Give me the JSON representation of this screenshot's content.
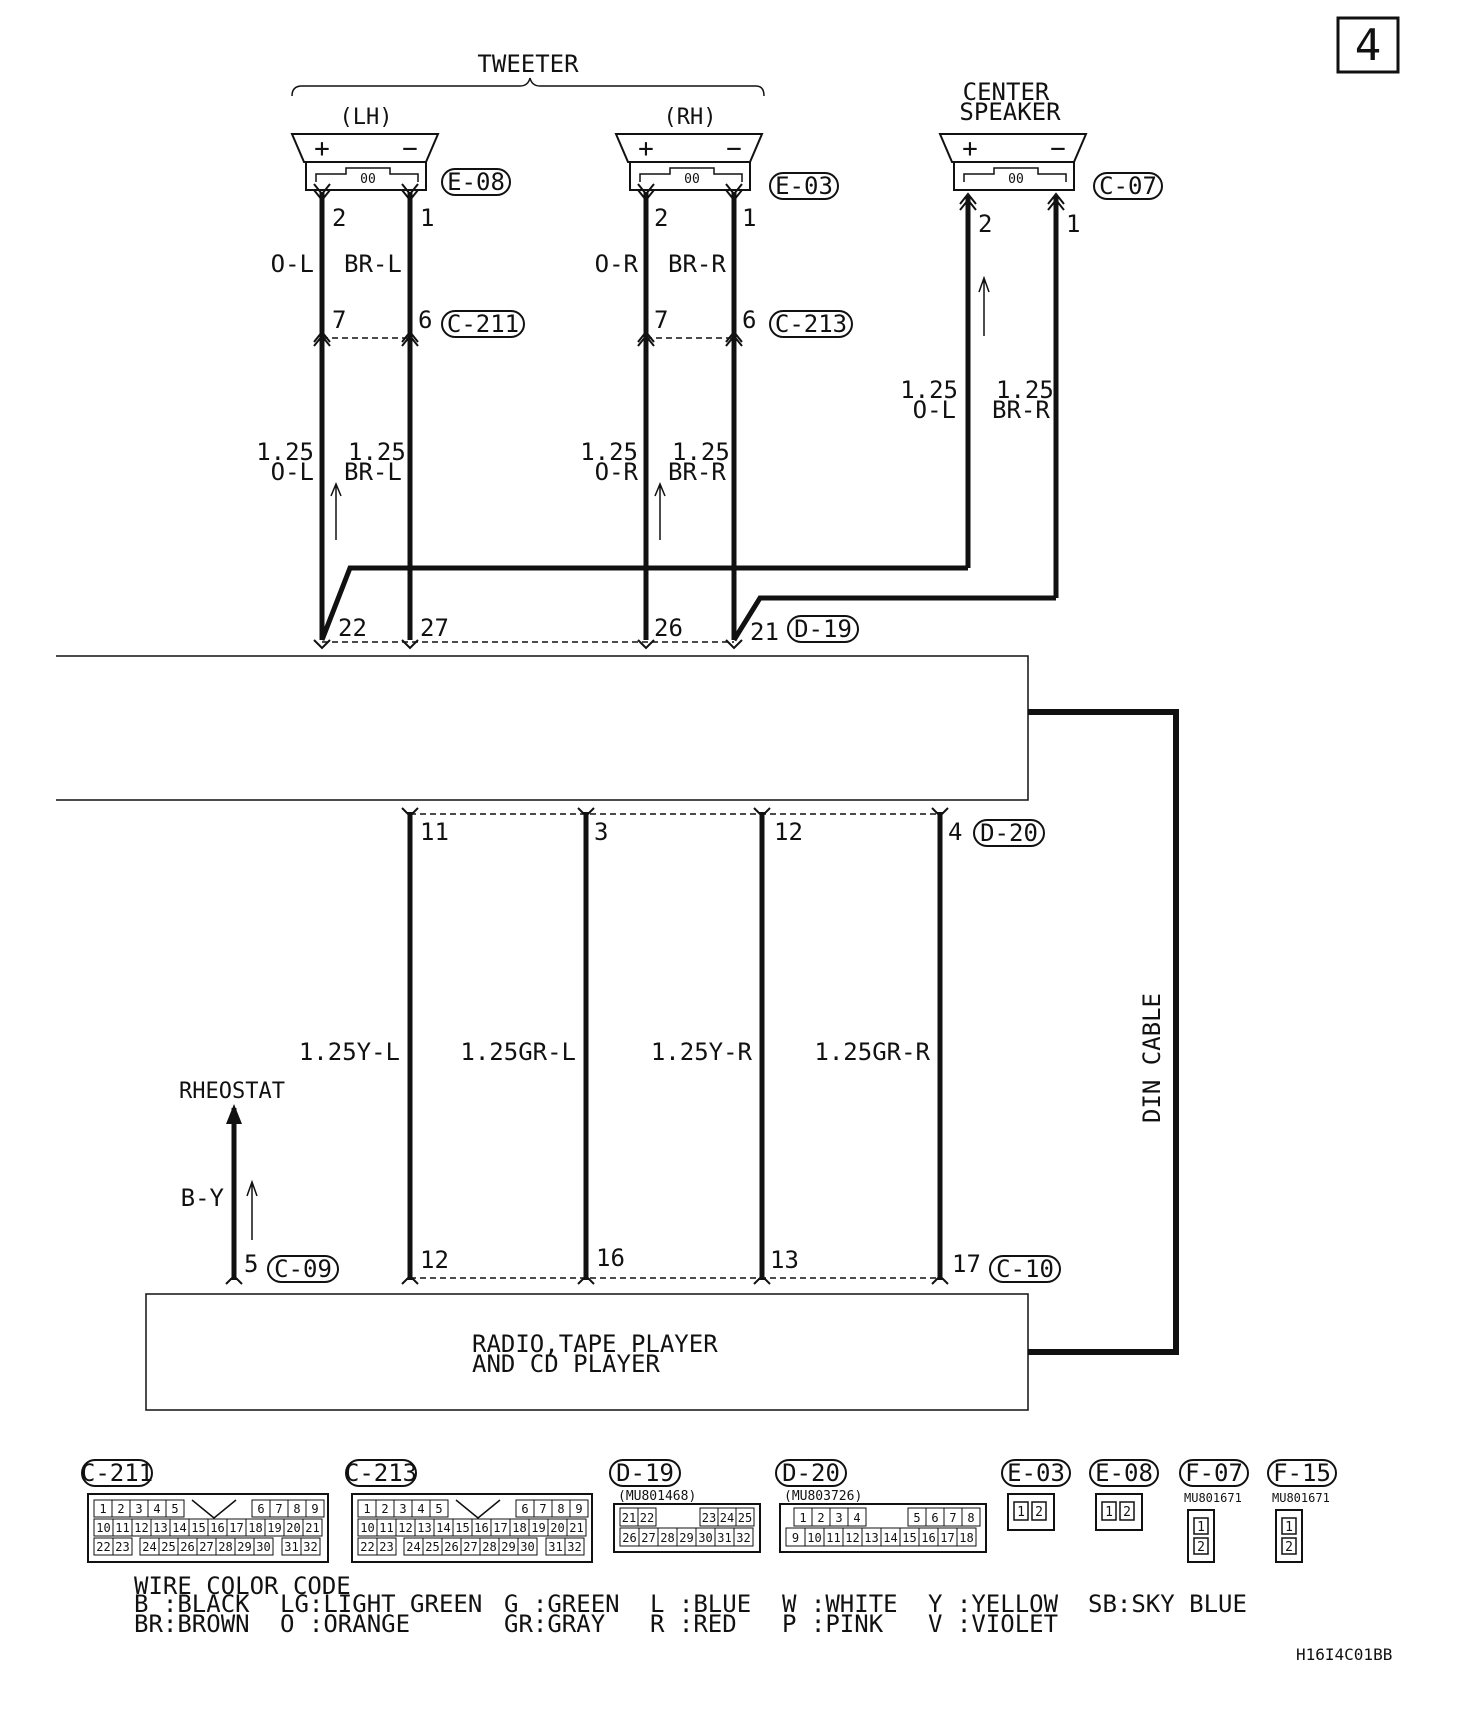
{
  "page_number": "4",
  "tweeter_label": "TWEETER",
  "lh_label": "(LH)",
  "rh_label": "(RH)",
  "center_label_1": "CENTER",
  "center_label_2": "SPEAKER",
  "plus": "+",
  "minus": "−",
  "speaker_terminal": "00",
  "connectors": {
    "e08": "E-08",
    "e03": "E-03",
    "c07": "C-07",
    "c211": "C-211",
    "c213": "C-213",
    "d19": "D-19",
    "d20": "D-20",
    "c09": "C-09",
    "c10": "C-10",
    "f07": "F-07",
    "f15": "F-15"
  },
  "pins": {
    "lh_pos": "2",
    "lh_neg": "1",
    "rh_pos": "2",
    "rh_neg": "1",
    "c_pos": "2",
    "c_neg": "1",
    "c211_a": "7",
    "c211_b": "6",
    "c213_a": "7",
    "c213_b": "6",
    "d19_22": "22",
    "d19_27": "27",
    "d19_26": "26",
    "d19_21": "21",
    "d20_11": "11",
    "d20_3": "3",
    "d20_12": "12",
    "d20_4": "4",
    "c10_12": "12",
    "c10_16": "16",
    "c10_13": "13",
    "c10_17": "17",
    "c09_5": "5"
  },
  "wires": {
    "ol": "O-L",
    "brl": "BR-L",
    "or": "O-R",
    "brr": "BR-R",
    "size": "1.25",
    "yl": "1.25Y-L",
    "grl": "1.25GR-L",
    "yr": "1.25Y-R",
    "grr": "1.25GR-R",
    "by": "B-Y"
  },
  "rheostat": "RHEOSTAT",
  "din_cable": "DIN CABLE",
  "radio_1": "RADIO,TAPE PLAYER",
  "radio_2": "AND CD PLAYER",
  "part_numbers": {
    "d19": "(MU801468)",
    "d20": "(MU803726)",
    "f07": "MU801671",
    "f15": "MU801671"
  },
  "c211_pins": {
    "row1a": [
      "1",
      "2",
      "3",
      "4",
      "5"
    ],
    "row1b": [
      "6",
      "7",
      "8",
      "9"
    ],
    "row2": [
      "10",
      "11",
      "12",
      "13",
      "14",
      "15",
      "16",
      "17",
      "18",
      "19",
      "20",
      "21"
    ],
    "row3a": [
      "22",
      "23"
    ],
    "row3b": [
      "24",
      "25",
      "26",
      "27",
      "28",
      "29",
      "30"
    ],
    "row3c": [
      "31",
      "32"
    ]
  },
  "d19_pins": {
    "row1a": [
      "21",
      "22"
    ],
    "row1b": [
      "23",
      "24",
      "25"
    ],
    "row2": [
      "26",
      "27",
      "28",
      "29",
      "30",
      "31",
      "32"
    ]
  },
  "d20_pins": {
    "row1a": [
      "1",
      "2",
      "3",
      "4"
    ],
    "row1b": [
      "5",
      "6",
      "7",
      "8"
    ],
    "row2": [
      "9",
      "10",
      "11",
      "12",
      "13",
      "14",
      "15",
      "16",
      "17",
      "18"
    ]
  },
  "two_pin": [
    "1",
    "2"
  ],
  "legend": {
    "title": "WIRE COLOR CODE",
    "col1": [
      "B :BLACK",
      "BR:BROWN"
    ],
    "col2": [
      "LG:LIGHT GREEN",
      "O :ORANGE"
    ],
    "col3": [
      "G :GREEN",
      "GR:GRAY"
    ],
    "col4": [
      "L :BLUE",
      "R :RED"
    ],
    "col5": [
      "W :WHITE",
      "P :PINK"
    ],
    "col6": [
      "Y :YELLOW",
      "V :VIOLET"
    ],
    "col7": [
      "SB:SKY BLUE"
    ]
  },
  "figure_code": "H16I4C01BB"
}
